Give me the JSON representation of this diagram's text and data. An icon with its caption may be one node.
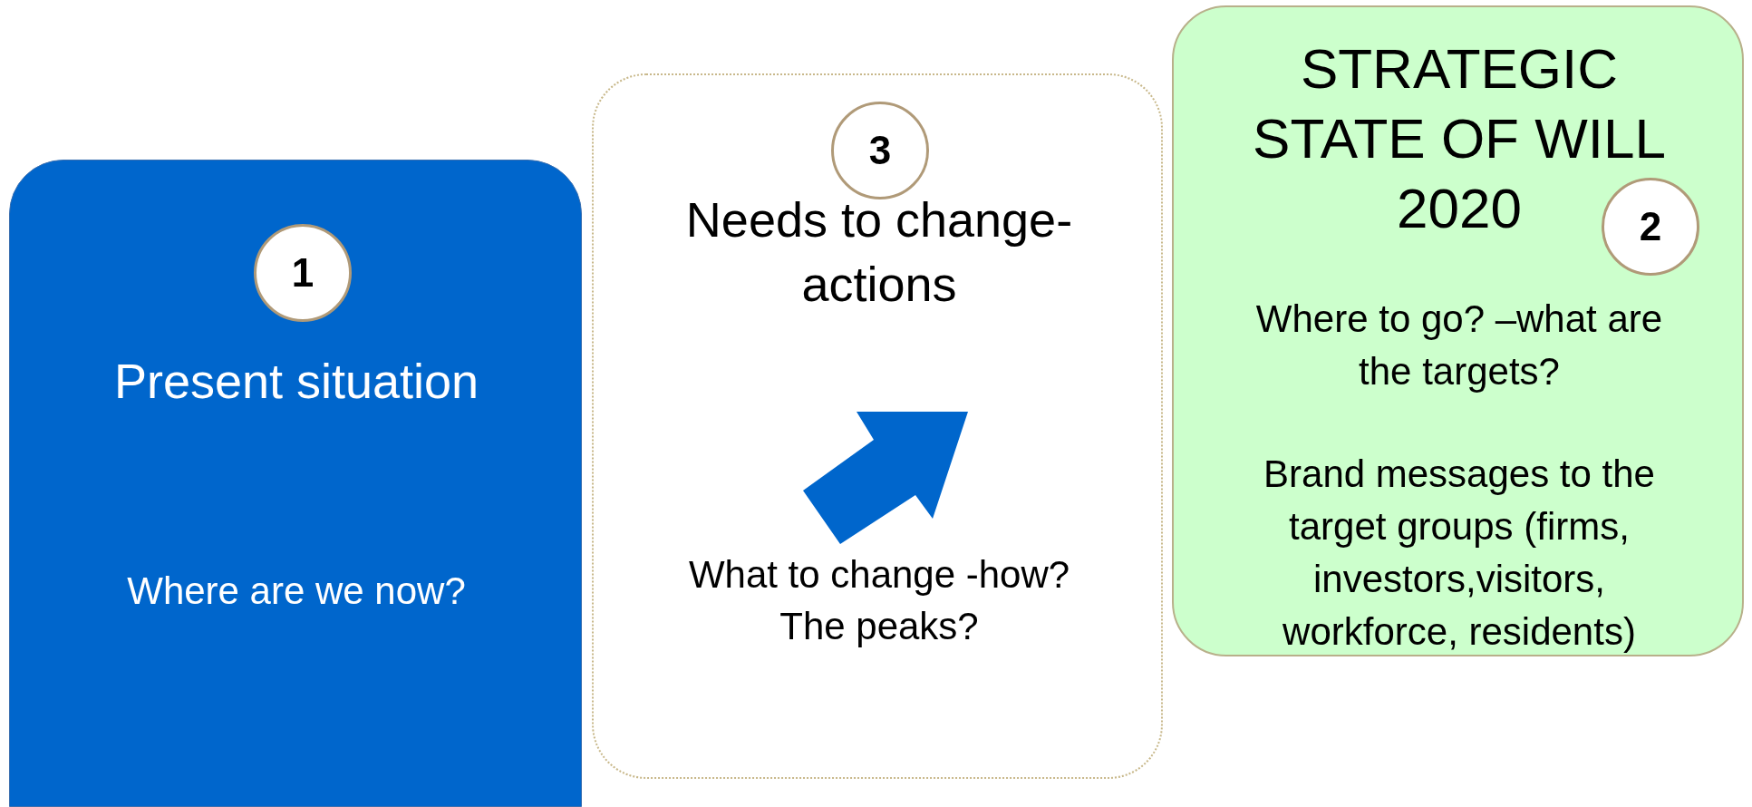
{
  "diagram": {
    "nodes": [
      {
        "text": [
          "Present situation",
          "Where are we now?"
        ]
      },
      {
        "text": [
          "1"
        ],
        "in": 0
      },
      {
        "text": [
          "Needs to change- actions",
          "What to change -how? The peaks?"
        ]
      },
      {
        "text": [
          "3"
        ],
        "in": 2
      },
      {
        "text": [
          "STRATEGIC STATE OF WILL 2020",
          "Where to go? –what are the targets?",
          "Brand messages to the target groups (firms, investors,visitors, workforce, residents)"
        ]
      },
      {
        "text": [
          "2"
        ],
        "in": 4
      }
    ]
  }
}
